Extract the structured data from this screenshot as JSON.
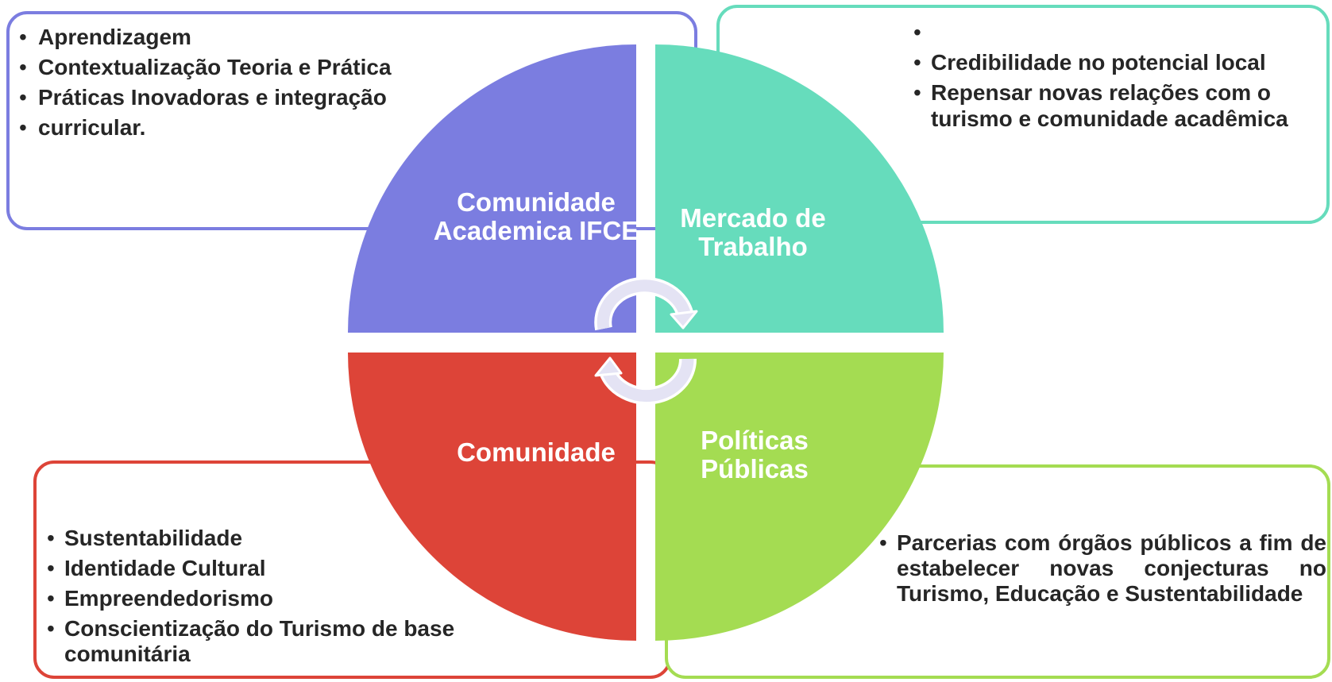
{
  "colors": {
    "academic": "#7b7de0",
    "market": "#66dcbc",
    "community": "#dd4438",
    "policies": "#a4dc52",
    "text": "#262626",
    "arrow_fill": "#e4e3f4",
    "arrow_stroke": "#ffffff"
  },
  "quadrants": {
    "top_left": {
      "label": "Comunidade Academica IFCE",
      "items": [
        "Aprendizagem",
        "Contextualização Teoria e Prática",
        "Práticas Inovadoras e integração",
        " curricular."
      ]
    },
    "top_right": {
      "label": "Mercado de Trabalho",
      "items": [
        "",
        " Credibilidade no potencial local",
        "Repensar novas relações com o turismo e comunidade acadêmica"
      ]
    },
    "bottom_left": {
      "label": "Comunidade",
      "items": [
        "Sustentabilidade",
        "Identidade Cultural",
        "Empreendedorismo",
        "Conscientização do Turismo de base comunitária"
      ]
    },
    "bottom_right": {
      "label": "Políticas Públicas",
      "items": [
        "Parcerias com órgãos públicos a fim de estabelecer novas conjecturas no Turismo, Educação e Sustentabilidade"
      ]
    }
  },
  "icons": {
    "arrow_top": "clockwise-arc-arrow-icon",
    "arrow_bottom": "clockwise-arc-arrow-icon"
  }
}
